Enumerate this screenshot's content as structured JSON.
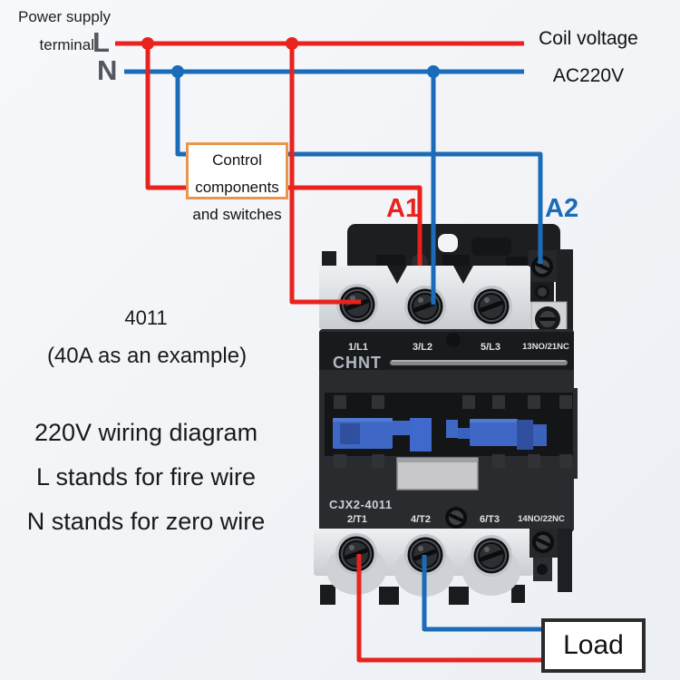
{
  "colors": {
    "live_wire": "#e8221d",
    "neutral_wire": "#1b6cb8",
    "control_box_border": "#e8954f",
    "terminal_letter_gray": "#54575c"
  },
  "power_supply": {
    "label_line1": "Power supply",
    "label_line2": "terminal",
    "live_terminal": "L",
    "neutral_terminal": "N"
  },
  "coil_voltage": {
    "label": "Coil voltage",
    "value": "AC220V"
  },
  "control_box": {
    "line1": "Control",
    "line2": "components",
    "line3": "and switches"
  },
  "coil_terminals": {
    "a1": "A1",
    "a2": "A2"
  },
  "annotations": {
    "model_short": "4011",
    "model_note": "(40A as an example)",
    "title": "220V wiring diagram",
    "live_note": "L stands for fire wire",
    "neutral_note": "N stands for zero wire"
  },
  "contactor": {
    "brand": "CHNT",
    "model": "CJX2-4011",
    "top_terminals": [
      "1/L1",
      "3/L2",
      "5/L3",
      "13NO/21NC"
    ],
    "bottom_terminals": [
      "2/T1",
      "4/T2",
      "6/T3",
      "14NO/22NC"
    ]
  },
  "load": {
    "label": "Load"
  }
}
